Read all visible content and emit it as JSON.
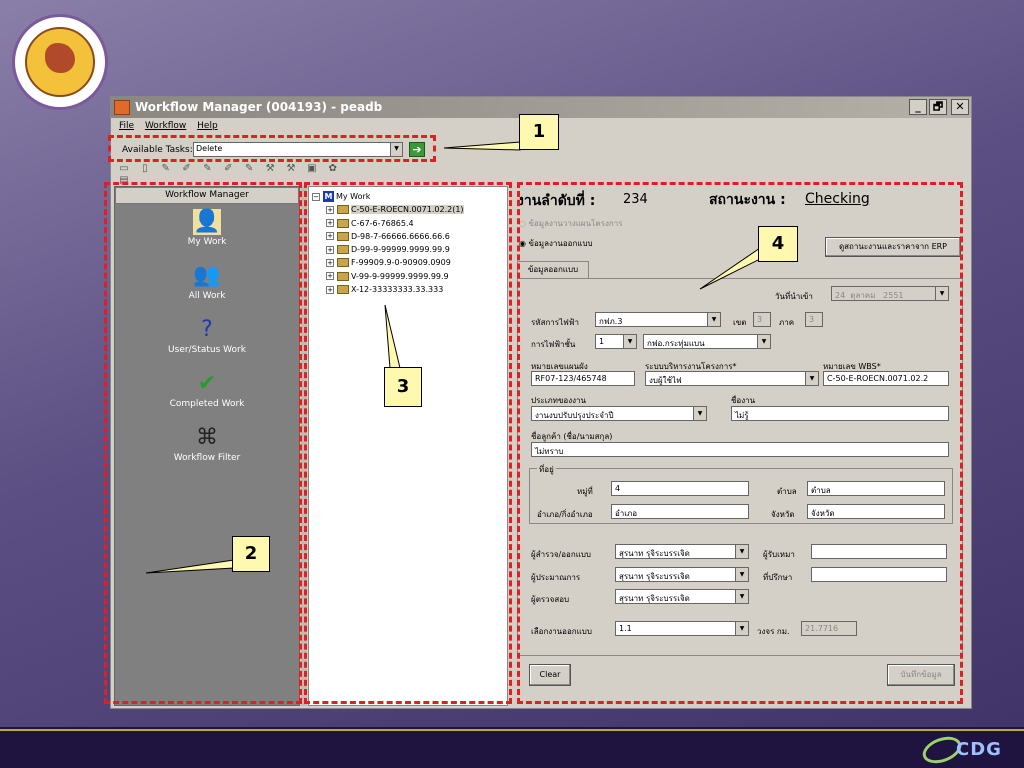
{
  "window": {
    "title": "Workflow Manager (004193) - peadb",
    "min_label": "_",
    "max_label": "🗗",
    "close_label": "✕"
  },
  "menu": {
    "file": "File",
    "workflow": "Workflow",
    "help": "Help"
  },
  "tasks": {
    "label": "Available Tasks:",
    "value": "Delete",
    "go_label": "➔"
  },
  "left_panel": {
    "header": "Workflow Manager",
    "items": [
      {
        "label": "My Work",
        "icon": "person-folder-icon"
      },
      {
        "label": "All Work",
        "icon": "people-icon"
      },
      {
        "label": "User/Status Work",
        "icon": "folder-question-icon"
      },
      {
        "label": "Completed Work",
        "icon": "folder-check-icon"
      },
      {
        "label": "Workflow Filter",
        "icon": "binoculars-icon"
      }
    ]
  },
  "tree": {
    "root": "My Work",
    "root_badge": "M",
    "items": [
      "C-50-E-ROECN.0071.02.2(1)",
      "C-67-6-76865.4",
      "D-98-7-66666.6666.66.6",
      "D-99-9-99999.9999.99.9",
      "F-99909.9-0-90909.0909",
      "V-99-9-99999.9999.99.9",
      "X-12-33333333.33.333"
    ]
  },
  "form": {
    "job_no_label": "งานลำดับที่ :",
    "job_no": "234",
    "status_label": "สถานะงาน :",
    "status": "Checking",
    "radio1": "ข้อมูลงานวางแผนโครงการ",
    "radio2": "ข้อมูลงานออกแบบ",
    "erp_button": "ดูสถานะงานและราคาจาก ERP",
    "tab": "ข้อมูลออกแบบ",
    "date_label": "วันที่นำเข้า",
    "date_day": "24",
    "date_month": "ตุลาคม",
    "date_year": "2551",
    "office_label": "รหัสการไฟฟ้า",
    "office_value": "กฟภ.3",
    "zone_label": "เขต",
    "zone_value": "3",
    "region_label": "ภาค",
    "region_value": "3",
    "level_label": "การไฟฟ้าชั้น",
    "level_value": "1",
    "branch_value": "กฟอ.กระทุ่มแบน",
    "plan_no_label": "หมายเลขแผนผัง",
    "plan_no": "RF07-123/465748",
    "project_sys_label": "ระบบบริหารงานโครงการ*",
    "project_sys": "งบผู้ใช้ไฟ",
    "wbs_label": "หมายเลข WBS*",
    "wbs": "C-50-E-ROECN.0071.02.2",
    "job_type_label": "ประเภทของงาน",
    "job_type": "งานงบปรับปรุงประจำปี",
    "job_name_label": "ชื่องาน",
    "job_name": "ไม่รู้",
    "customer_label": "ชื่อลูกค้า (ชื่อ/นามสกุล)",
    "customer": "ไม่ทราบ",
    "address_label": "ที่อยู่",
    "moo_label": "หมู่ที่",
    "moo": "4",
    "tambon_label": "ตำบล",
    "tambon": "ตำบล",
    "amphoe_label": "อำเภอ/กิ่งอำเภอ",
    "amphoe": "อำเภอ",
    "province_label": "จังหวัด",
    "province": "จังหวัด",
    "surveyor_label": "ผู้สำรวจ/ออกแบบ",
    "surveyor": "สุรนาท รุจิระบรรเจิด",
    "contractor_label": "ผู้รับเหมา",
    "contractor": "",
    "estimator_label": "ผู้ประมาณการ",
    "estimator": "สุรนาท รุจิระบรรเจิด",
    "consultant_label": "ที่ปรึกษา",
    "consultant": "",
    "inspector_label": "ผู้ตรวจสอบ",
    "inspector": "สุรนาท รุจิระบรรเจิด",
    "design_label": "เลือกงานออกแบบ",
    "design": "1.1",
    "circuit_label": "วงจร กม.",
    "circuit": "21.7716",
    "clear_button": "Clear",
    "save_button": "บันทึกข้อมูล"
  },
  "callouts": [
    "1",
    "2",
    "3",
    "4"
  ],
  "colors": {
    "dash": "#e02020",
    "callout_fill": "#fff9b0",
    "titlebar": "#8a8680"
  }
}
